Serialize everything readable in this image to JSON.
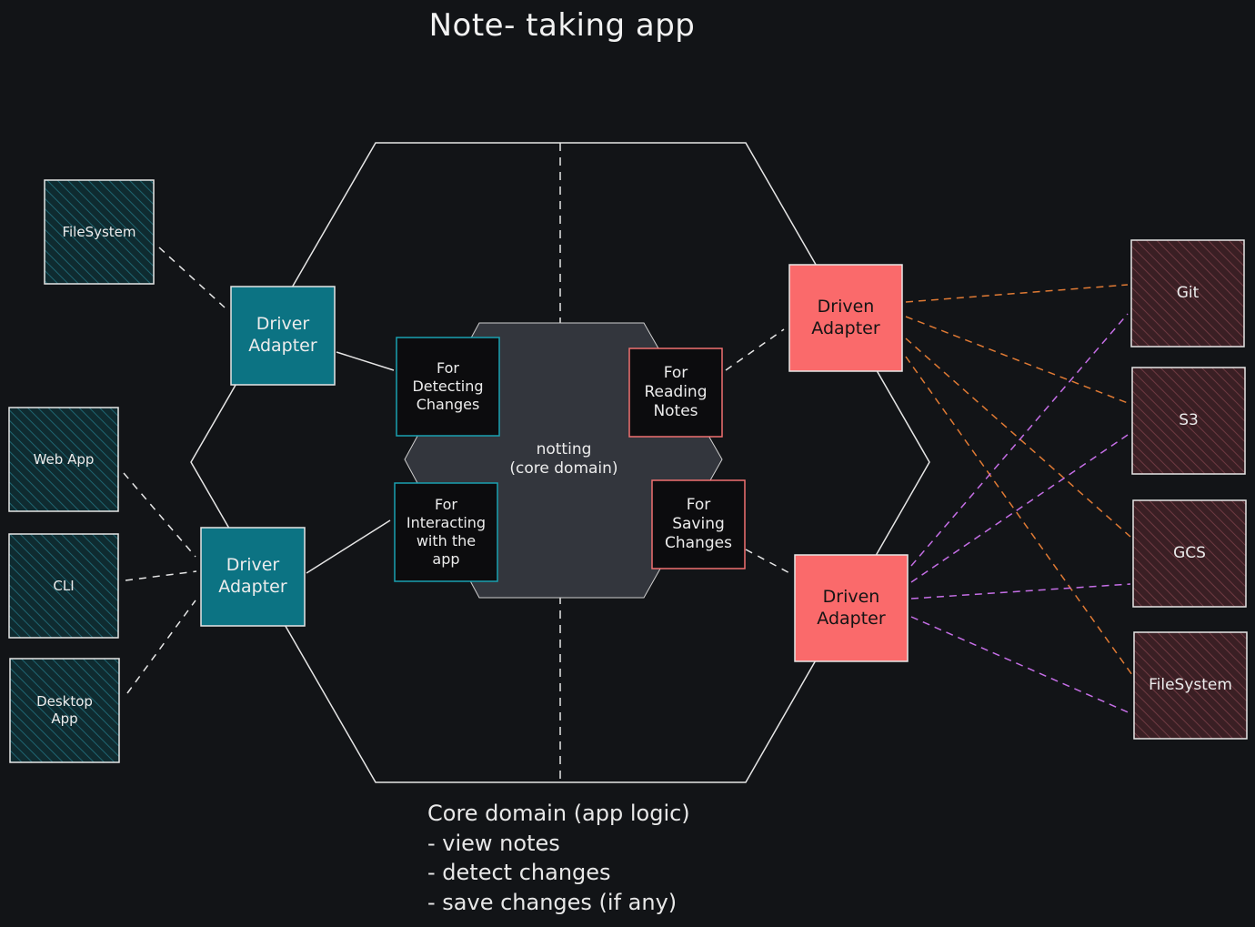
{
  "title": "Note- taking app",
  "colors": {
    "background": "#121417",
    "driver_fill": "#0c7383",
    "driven_fill": "#fa6a6b",
    "external_driver_fill": "#0f2b30",
    "external_driven_fill": "#3a1f24",
    "core_fill": "#33363d",
    "port_fill": "#0c0c0e",
    "driven_link": "#e07a34",
    "driven_link_alt": "#c56ee6"
  },
  "external_driver_sources": {
    "filesystem": "FileSystem",
    "web_app": "Web App",
    "cli": "CLI",
    "desktop_app": "Desktop\nApp"
  },
  "driver_adapters": {
    "top": "Driver\nAdapter",
    "bottom": "Driver\nAdapter"
  },
  "ports": {
    "detecting_changes": "For\nDetecting\nChanges",
    "interacting_with_app": "For\nInteracting\nwith the\napp",
    "reading_notes": "For\nReading\nNotes",
    "saving_changes": "For\nSaving\nChanges"
  },
  "core": {
    "label": "notting\n(core domain)"
  },
  "driven_adapters": {
    "top": "Driven\nAdapter",
    "bottom": "Driven\nAdapter"
  },
  "external_driven_targets": {
    "git": "Git",
    "s3": "S3",
    "gcs": "GCS",
    "filesystem": "FileSystem"
  },
  "notes": {
    "line1": "Core domain (app logic)",
    "line2": "- view notes",
    "line3": "- detect changes",
    "line4": "- save changes (if any)"
  }
}
